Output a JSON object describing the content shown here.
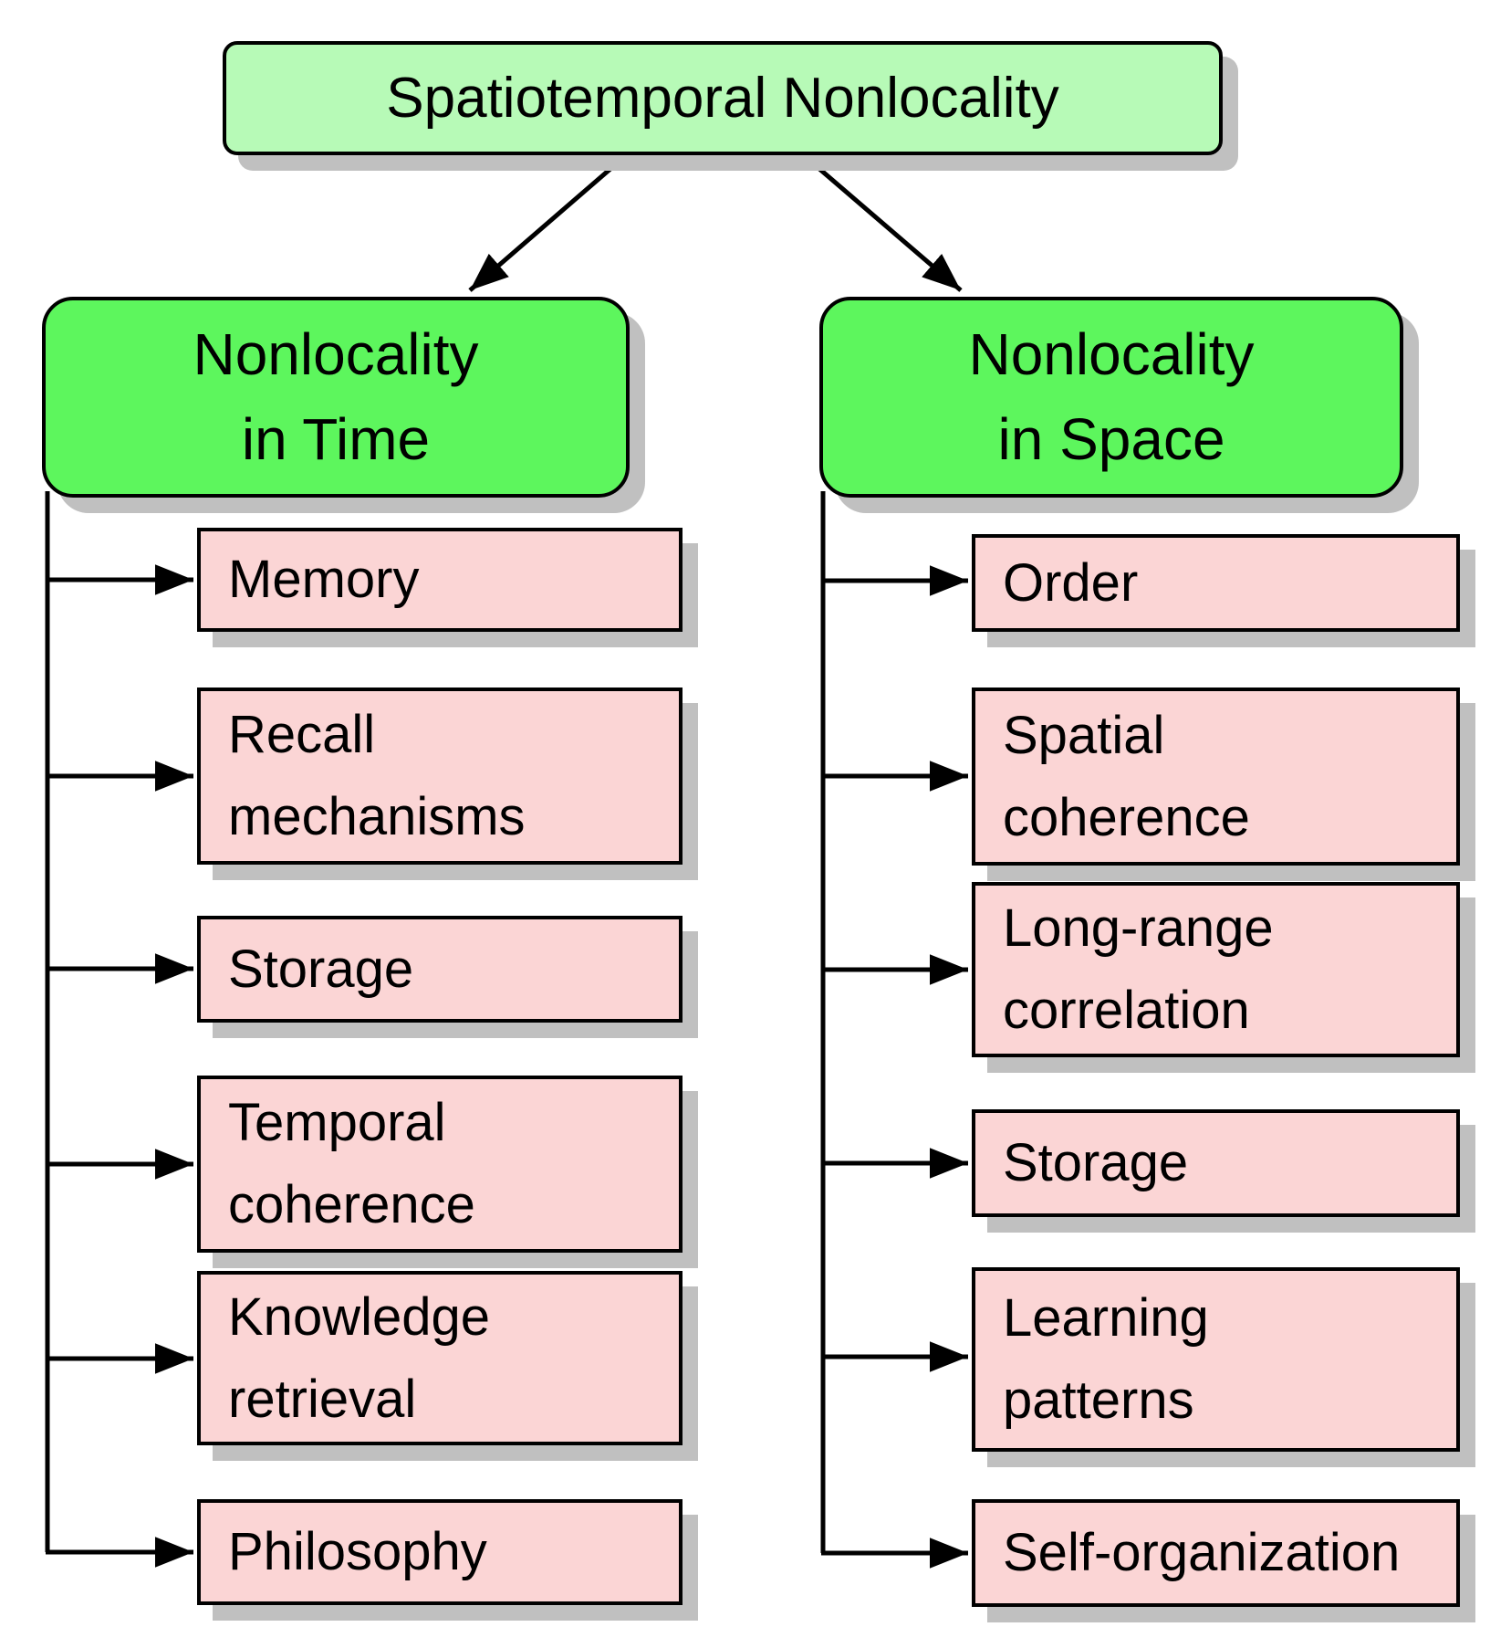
{
  "root": {
    "label": "Spatiotemporal Nonlocality"
  },
  "branches": [
    {
      "label_line1": "Nonlocality",
      "label_line2": "in Time",
      "children": [
        "Memory",
        "Recall\nmechanisms",
        "Storage",
        "Temporal\ncoherence",
        "Knowledge\nretrieval",
        "Philosophy"
      ]
    },
    {
      "label_line1": "Nonlocality",
      "label_line2": "in Space",
      "children": [
        "Order",
        "Spatial\ncoherence",
        "Long-range\ncorrelation",
        "Storage",
        "Learning\npatterns",
        "Self-organization"
      ]
    }
  ],
  "colors": {
    "root_fill": "#b7fab7",
    "branch_fill": "#5df65d",
    "leaf_fill": "#fbd5d5",
    "shadow": "#c0c0c0",
    "line": "#000000"
  }
}
